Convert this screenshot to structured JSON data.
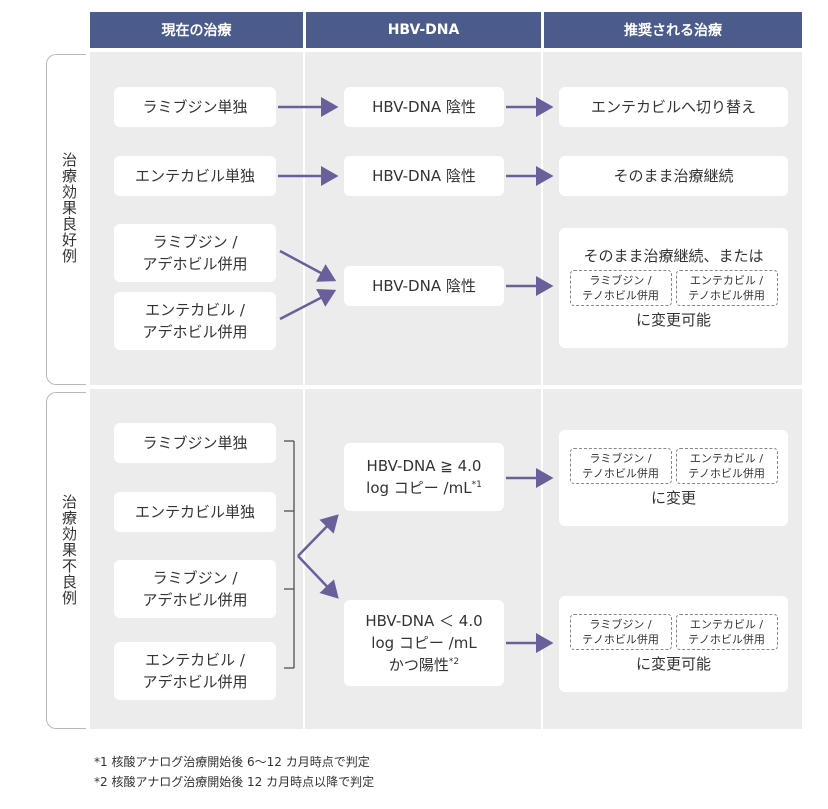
{
  "header": {
    "col1": "現在の治療",
    "col2": "HBV-DNA",
    "col3": "推奨される治療"
  },
  "good": {
    "side_label": "治療効果良好例",
    "row1": {
      "current": "ラミブジン単独",
      "hbv": "HBV-DNA 陰性",
      "rec": "エンテカビルへ切り替え"
    },
    "row2": {
      "current": "エンテカビル単独",
      "hbv": "HBV-DNA 陰性",
      "rec": "そのまま治療継続"
    },
    "row3": {
      "current_a": [
        "ラミブジン /",
        "アデホビル併用"
      ],
      "current_b": [
        "エンテカビル /",
        "アデホビル併用"
      ],
      "hbv": "HBV-DNA 陰性",
      "rec_head": "そのまま治療継続、または",
      "opt1": [
        "ラミブジン /",
        "テノホビル併用"
      ],
      "opt2": [
        "エンテカビル /",
        "テノホビル併用"
      ],
      "rec_tail": "に変更可能"
    }
  },
  "poor": {
    "side_label": "治療効果不良例",
    "current": [
      [
        "ラミブジン単独"
      ],
      [
        "エンテカビル単独"
      ],
      [
        "ラミブジン /",
        "アデホビル併用"
      ],
      [
        "エンテカビル /",
        "アデホビル併用"
      ]
    ],
    "hbv_high": {
      "line1": "HBV-DNA ≧ 4.0",
      "line2": "log コピー /mL",
      "mark": "*1"
    },
    "hbv_low": {
      "line1": "HBV-DNA ＜ 4.0",
      "line2": "log コピー /mL",
      "line3": "かつ陽性",
      "mark": "*2"
    },
    "rec_high": {
      "opt1": [
        "ラミブジン /",
        "テノホビル併用"
      ],
      "opt2": [
        "エンテカビル /",
        "テノホビル併用"
      ],
      "tail": "に変更"
    },
    "rec_low": {
      "opt1": [
        "ラミブジン /",
        "テノホビル併用"
      ],
      "opt2": [
        "エンテカビル /",
        "テノホビル併用"
      ],
      "tail": "に変更可能"
    }
  },
  "notes": [
    "*1 核酸アナログ治療開始後 6～12 カ月時点で判定",
    "*2 核酸アナログ治療開始後 12 カ月時点以降で判定"
  ],
  "colors": {
    "header": "#4a5b8c",
    "arrow": "#6a5f9b",
    "panel": "#ececec"
  }
}
